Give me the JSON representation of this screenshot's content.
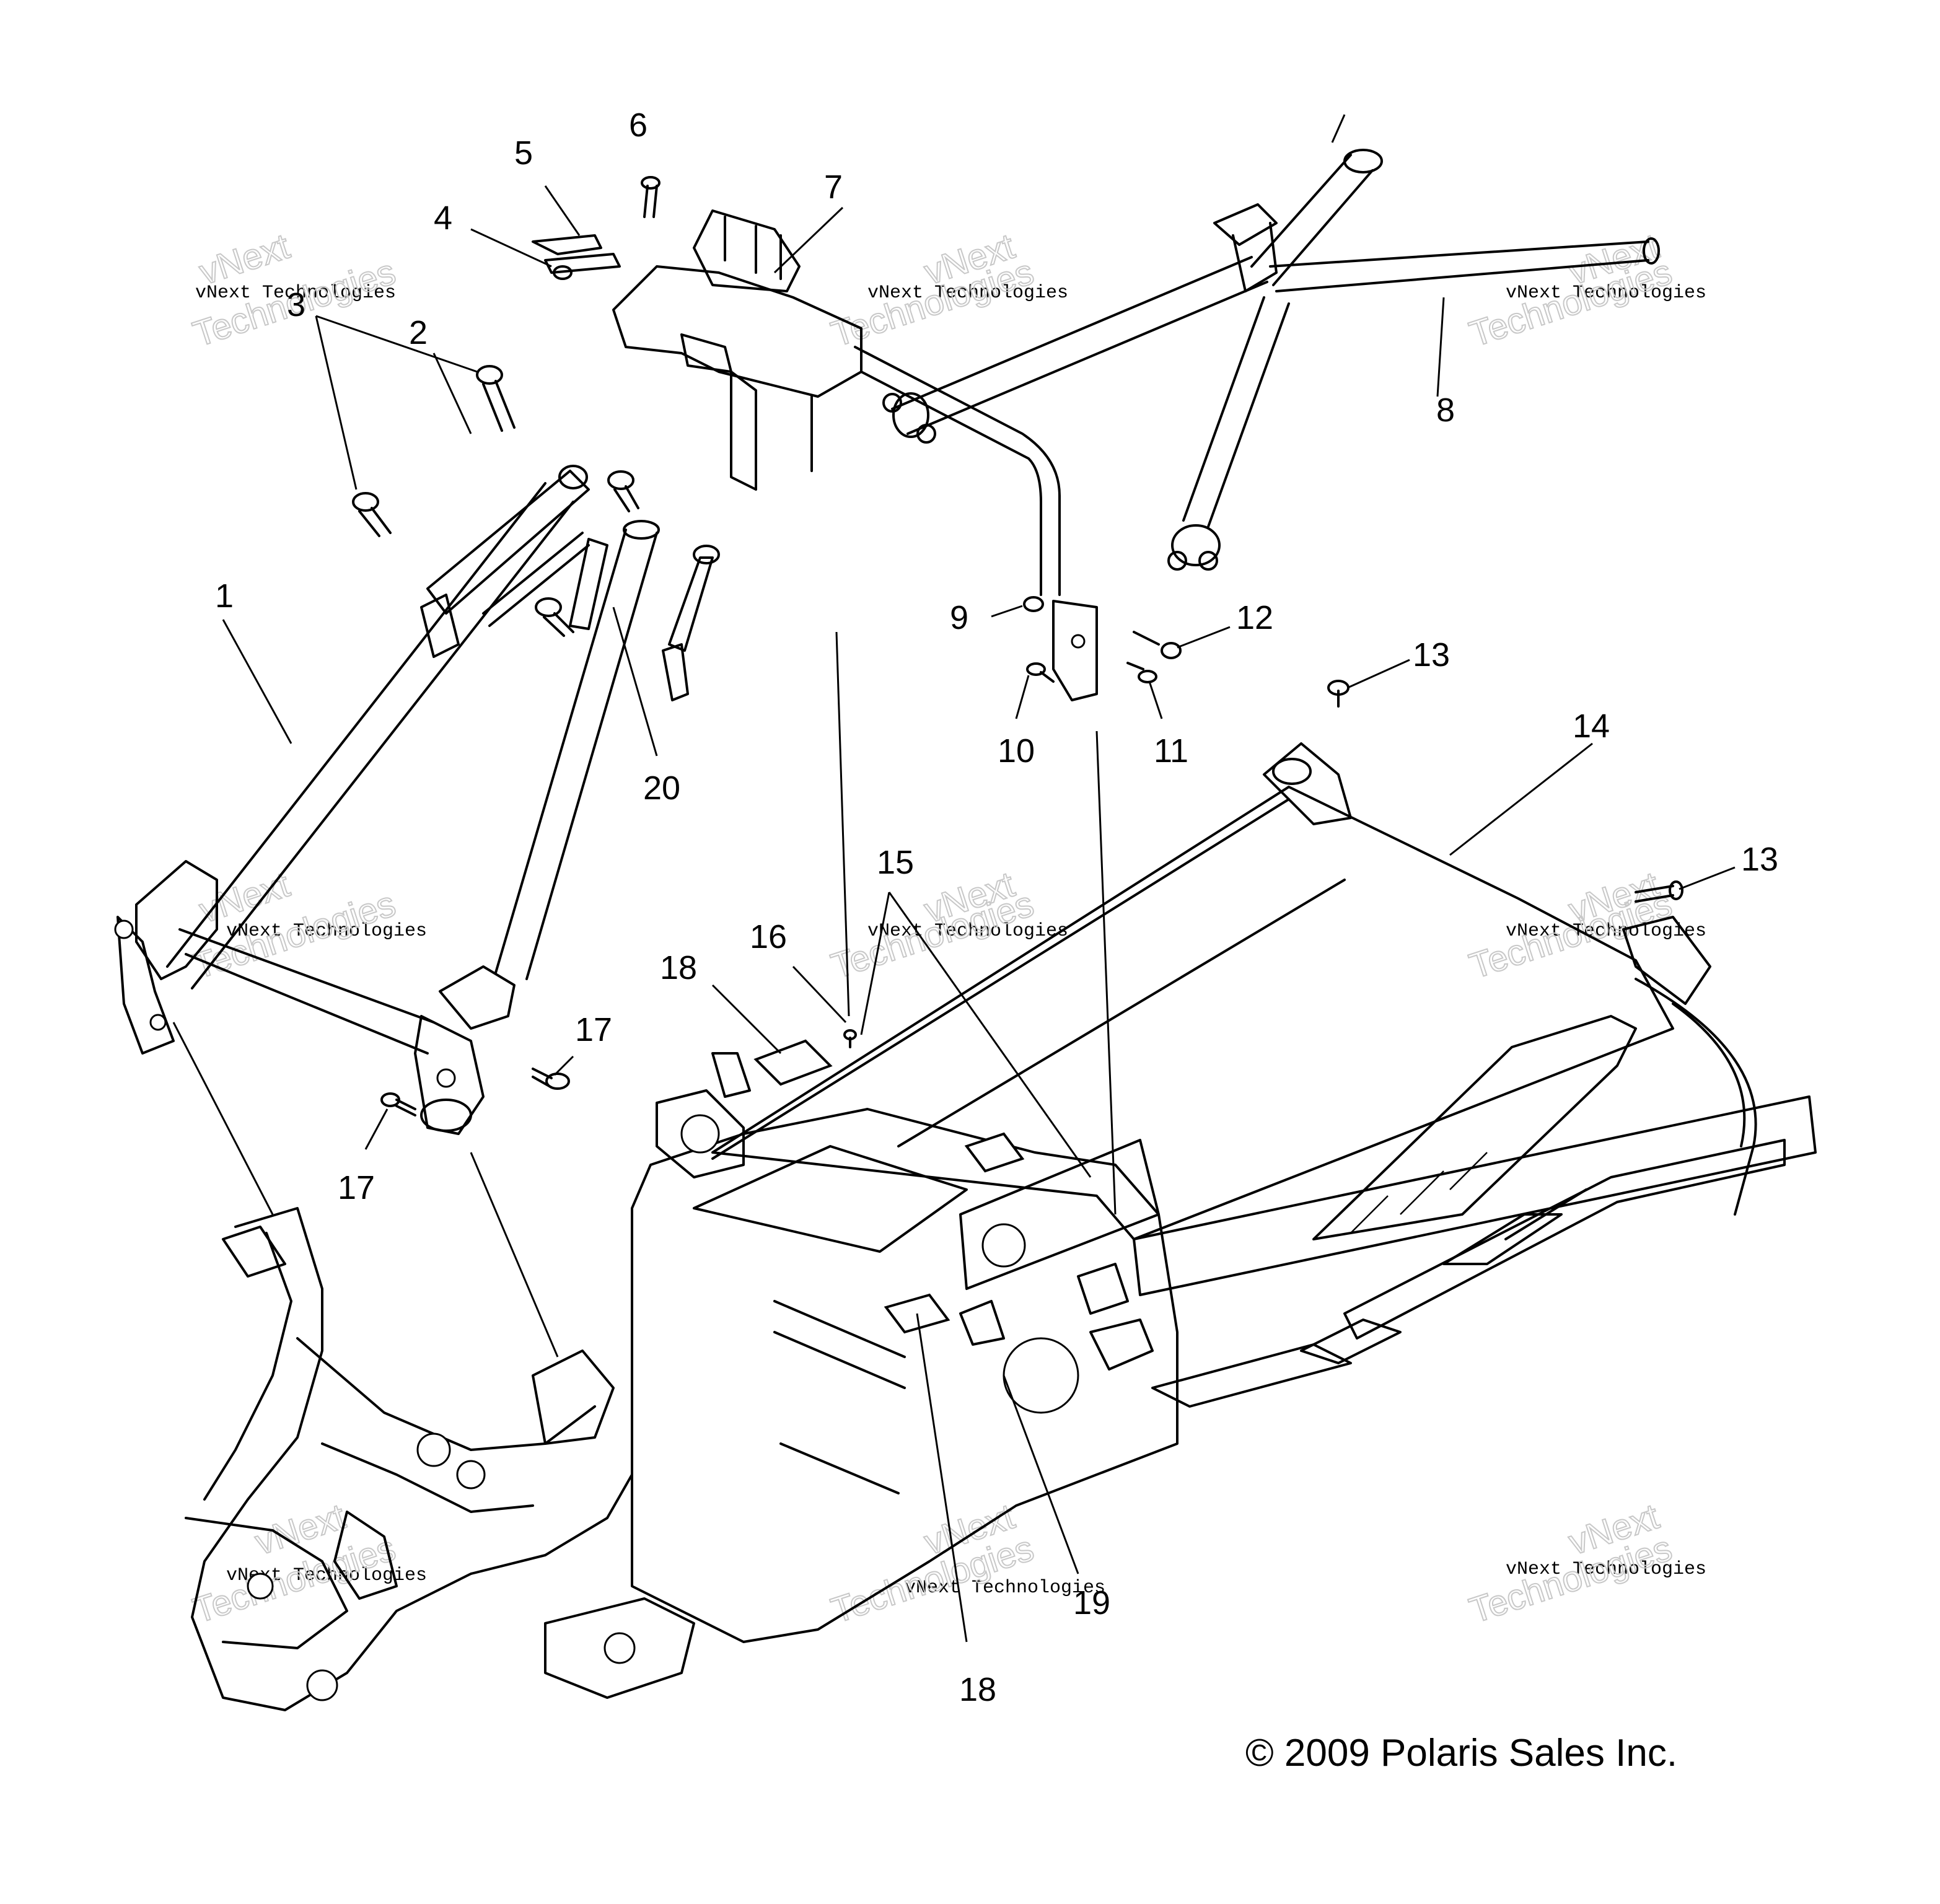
{
  "diagram": {
    "callouts": [
      "1",
      "2",
      "3",
      "4",
      "5",
      "6",
      "7",
      "8",
      "9",
      "10",
      "11",
      "12",
      "13",
      "13",
      "14",
      "15",
      "16",
      "17",
      "17",
      "18",
      "18",
      "19",
      "20"
    ],
    "copyright": "© 2009 Polaris Sales Inc.",
    "watermark": {
      "line1": "vNext",
      "line2": "vNext Technologies",
      "line3": "Technologies"
    }
  }
}
